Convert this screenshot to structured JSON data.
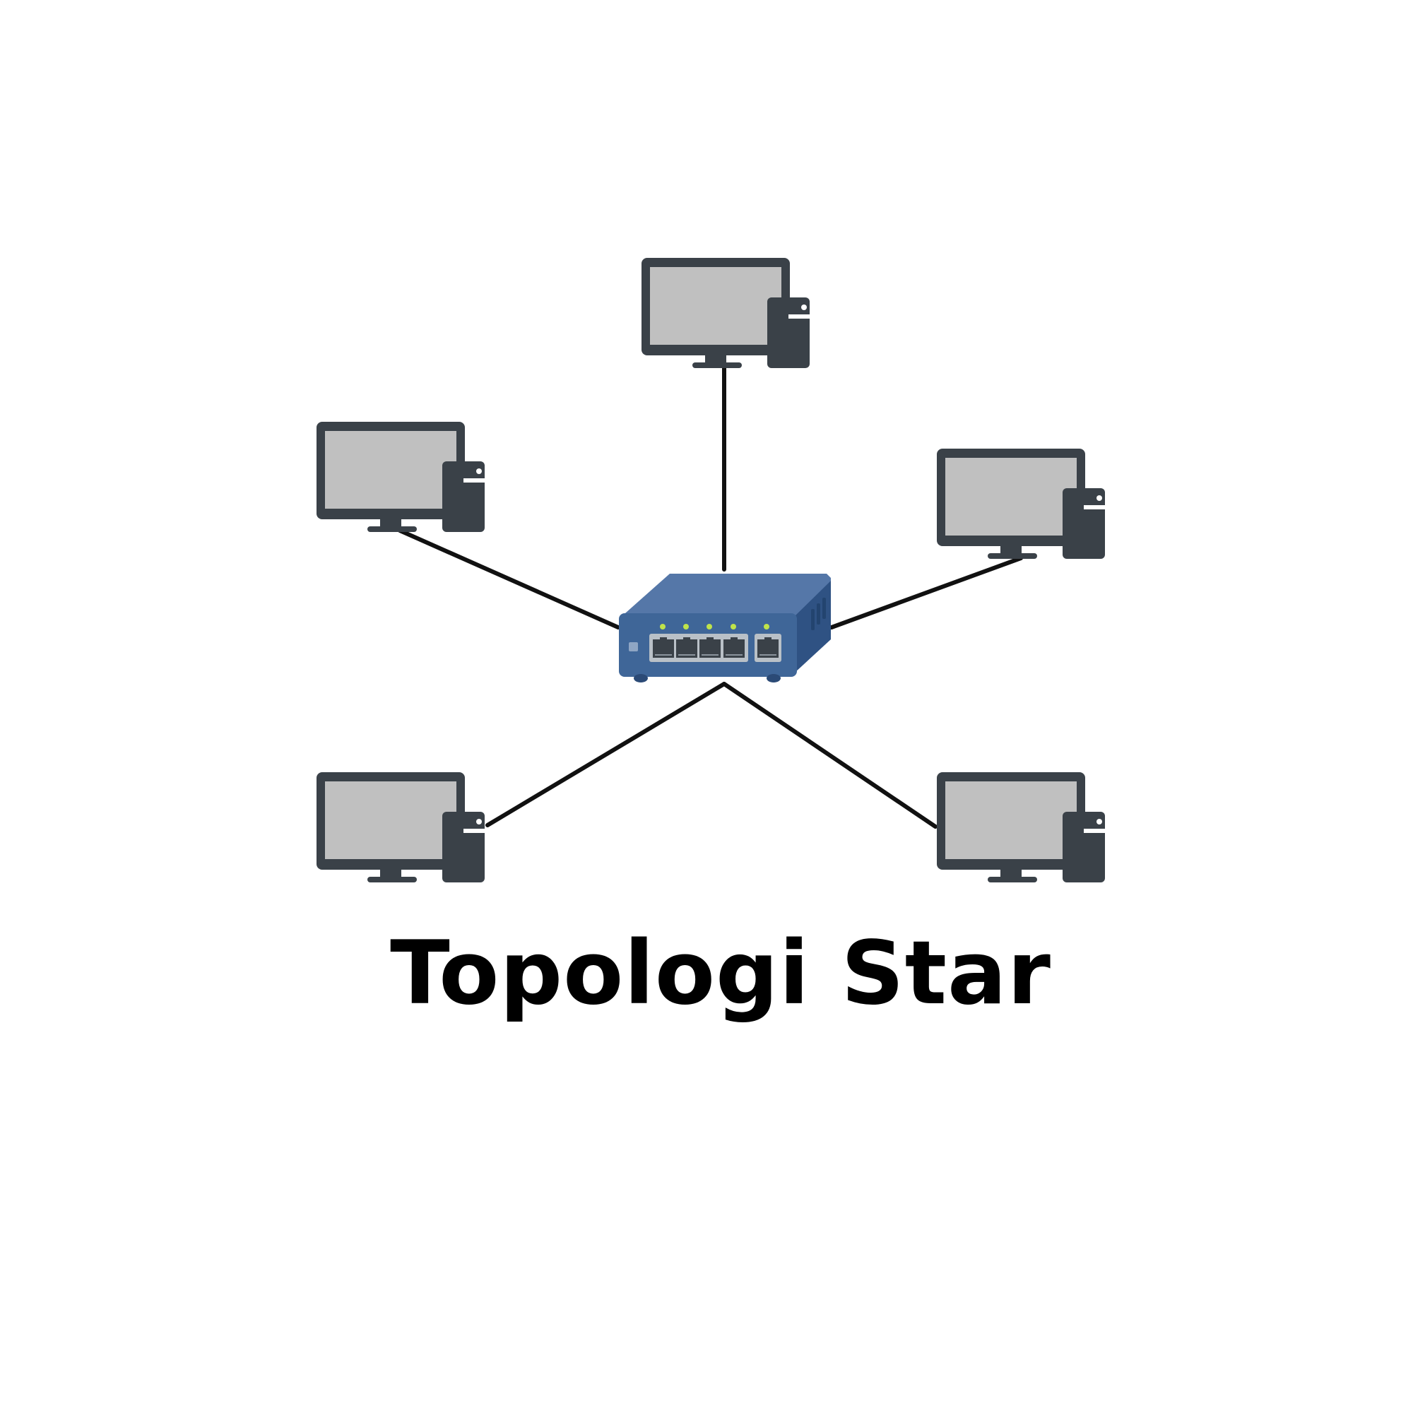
{
  "title": "Topologi Star",
  "colors": {
    "background": "#ffffff",
    "cable": "#111111",
    "computer_frame": "#3a4148",
    "computer_screen": "#c0c0c0",
    "switch_body": "#3f6698",
    "switch_top": "#5577a8",
    "switch_port_panel": "#b9c0c7",
    "switch_led": "#bfe34a"
  },
  "icons": {
    "hub": "network-switch-icon",
    "node": "desktop-computer-icon"
  },
  "nodes": [
    {
      "id": "top"
    },
    {
      "id": "upper-left"
    },
    {
      "id": "upper-right"
    },
    {
      "id": "lower-left"
    },
    {
      "id": "lower-right"
    }
  ]
}
